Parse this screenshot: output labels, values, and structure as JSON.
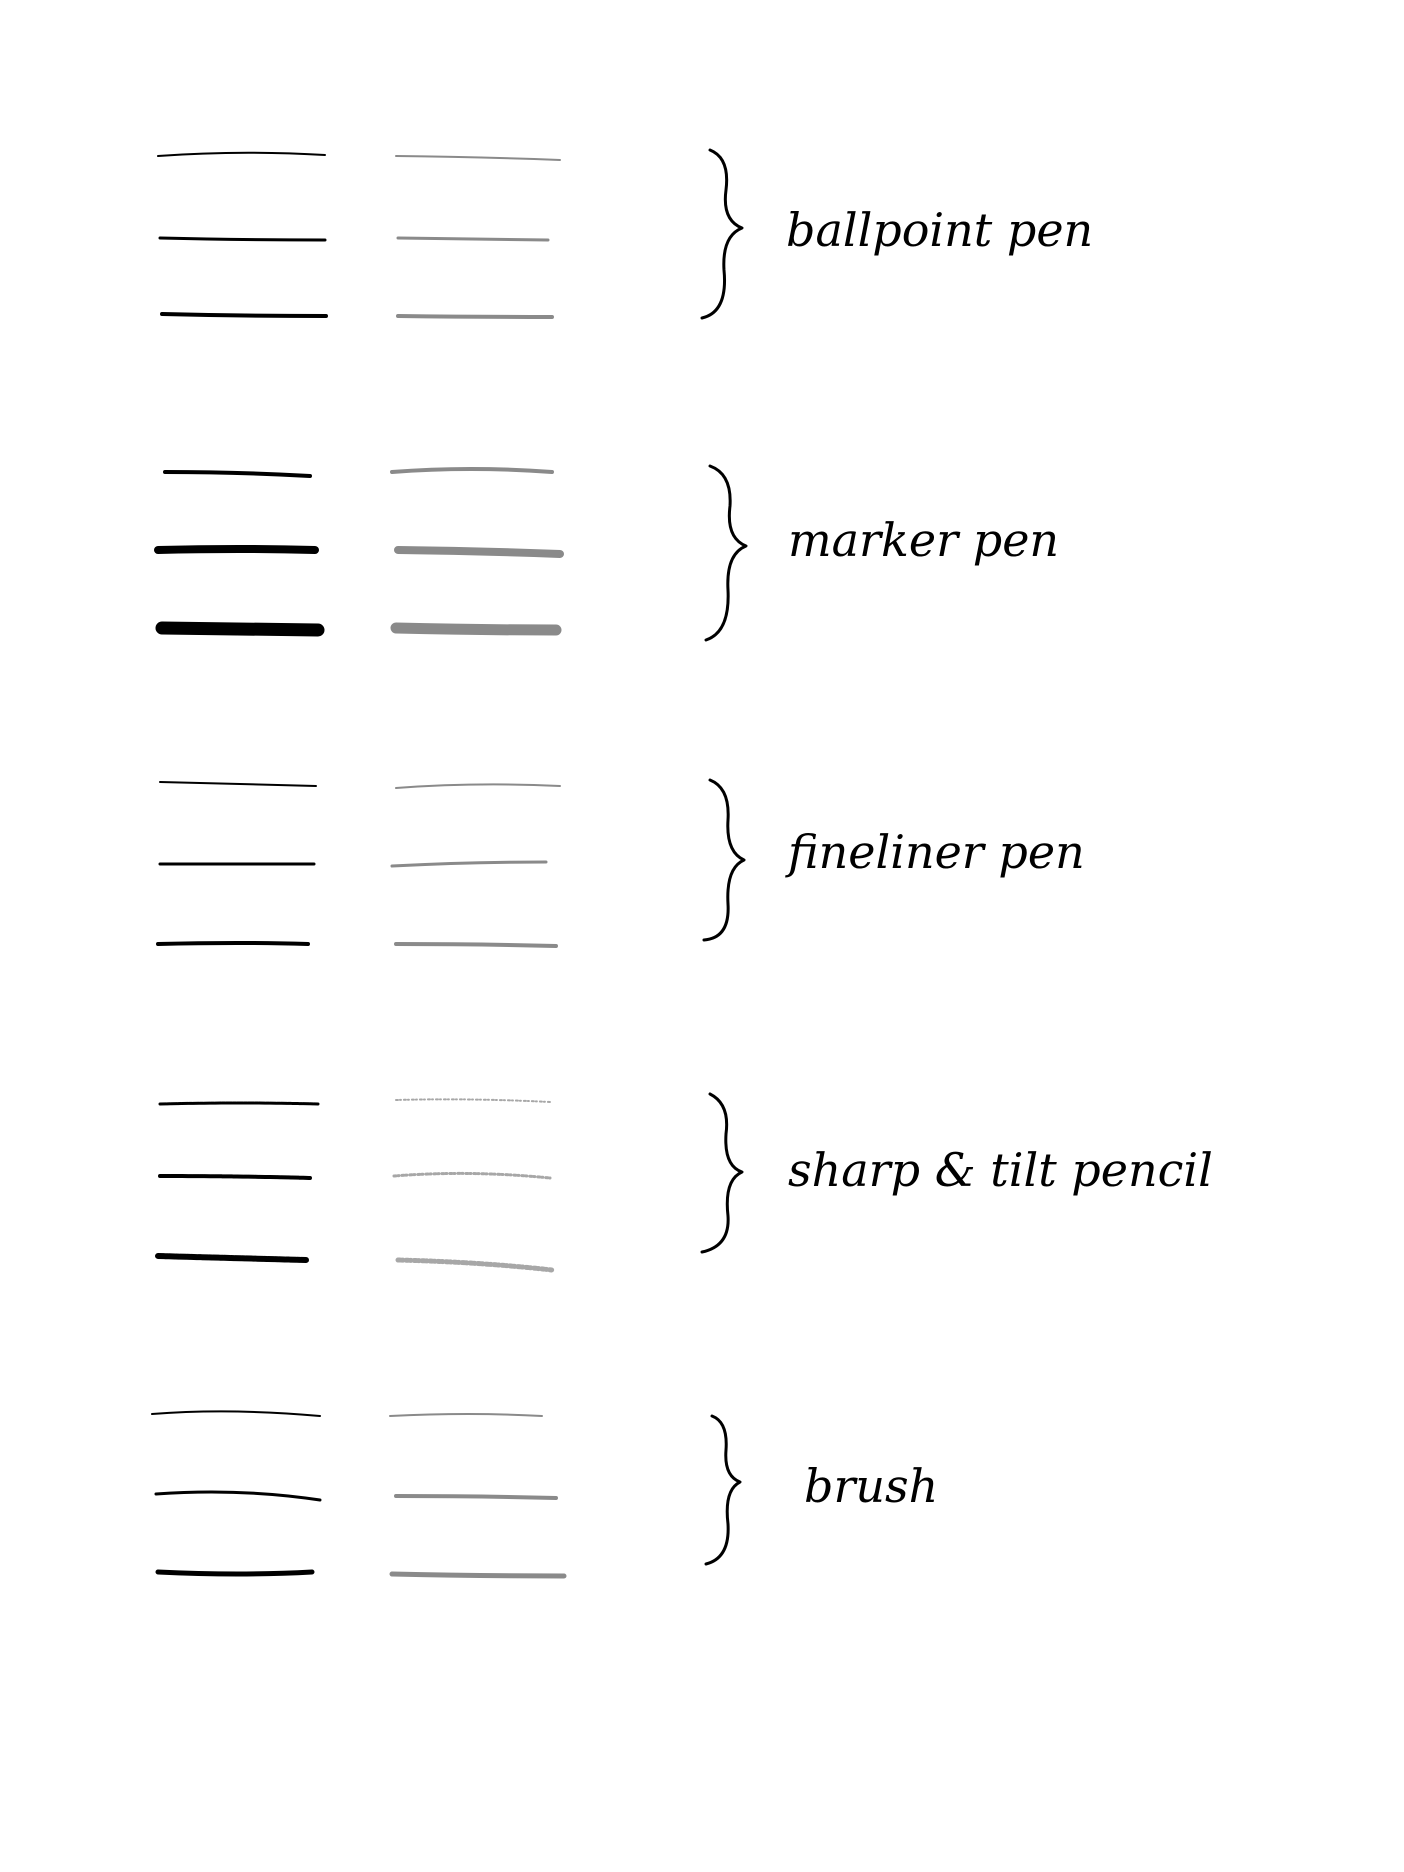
{
  "colors": {
    "ink": "#000000",
    "gray": "#8a8a8a",
    "paper": "#ffffff"
  },
  "icons": {
    "group_bracket": "curly-brace-icon"
  },
  "groups": [
    {
      "label": "ballpoint pen",
      "texture": "smooth"
    },
    {
      "label": "marker pen",
      "texture": "marker"
    },
    {
      "label": "fineliner pen",
      "texture": "smooth"
    },
    {
      "label": "sharp & tilt pencil",
      "texture": "pencil"
    },
    {
      "label": "brush",
      "texture": "brush"
    }
  ]
}
